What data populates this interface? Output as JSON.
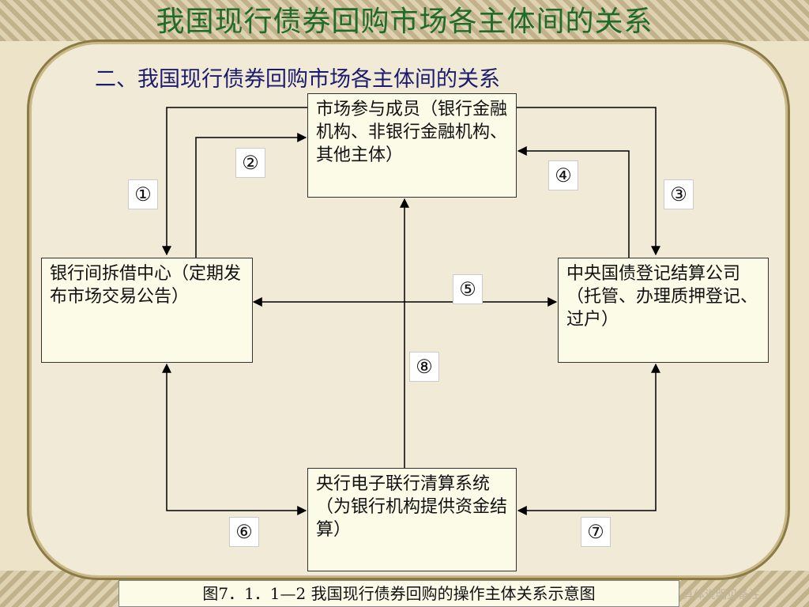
{
  "slide": {
    "title": "我国现行债券回购市场各主体间的关系",
    "subtitle": "二、我国现行债券回购市场各主体间的关系",
    "caption": "图7．1．1—2 我国现行债券回购的操作主体关系示意图",
    "note": "具体说明见备注"
  },
  "diagram": {
    "nodes": {
      "participants": "市场参与成员（银行金融机构、非银行金融机构、其他主体）",
      "interbank_center": "银行间拆借中心（定期发布市场交易公告）",
      "central_depository": "中央国债登记结算公司（托管、办理质押登记、过户）",
      "cnaps": "央行电子联行清算系统（为银行机构提供资金结算）"
    },
    "edge_labels": [
      "①",
      "②",
      "③",
      "④",
      "⑤",
      "⑥",
      "⑦",
      "⑧"
    ]
  },
  "colors": {
    "title": "#1f6b2a",
    "subtitle": "#1b1b6e",
    "frame_border": "#8a7a44",
    "box_fill": "#fbfbe8"
  }
}
